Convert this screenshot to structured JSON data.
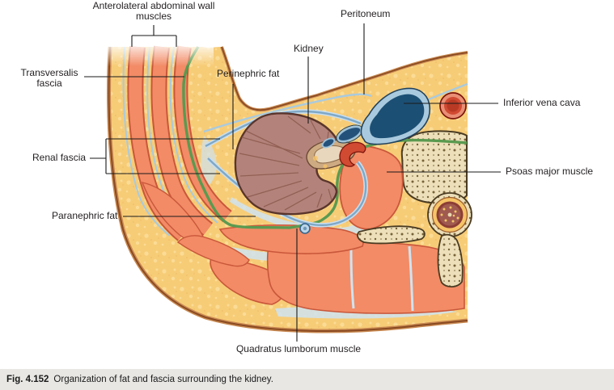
{
  "figure": {
    "labels": {
      "anterolateral": "Anterolateral abdominal wall muscles",
      "transversalis": "Transversalis fascia",
      "perinephric": "Perinephric fat",
      "kidney": "Kidney",
      "peritoneum": "Peritoneum",
      "ivc": "Inferior vena cava",
      "renal_fascia": "Renal fascia",
      "paranephric": "Paranephric fat",
      "psoas": "Psoas major muscle",
      "quadratus": "Quadratus lumborum muscle"
    },
    "caption": {
      "number": "Fig. 4.152",
      "text": "Organization of fat and fascia surrounding the kidney."
    },
    "colors": {
      "fat": "#f7cc77",
      "muscle": "#f28b66",
      "muscle_outline": "#c9573a",
      "kidney": "#b3837b",
      "vein_blue": "#1c4f74",
      "artery_red": "#d14a32",
      "fascia_blue": "#a9cade",
      "fascia_green": "#5a9a50",
      "bone": "#ecdfb9",
      "caption_bg": "#e8e7e4"
    }
  }
}
